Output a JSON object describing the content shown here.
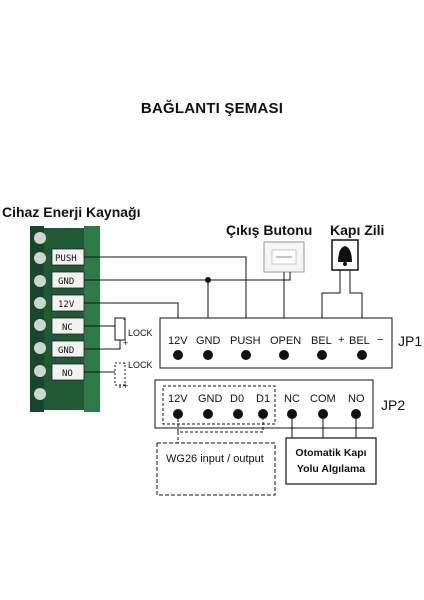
{
  "title": "BAĞLANTI ŞEMASI",
  "power_label": "Cihaz Enerji Kaynağı",
  "exit_button_label": "Çıkış Butonu",
  "doorbell_label": "Kapı Zili",
  "terminal_block": {
    "pins": [
      "PUSH",
      "GND",
      "12V",
      "NC",
      "GND",
      "NO"
    ],
    "lock_labels": [
      "LOCK",
      "LOCK"
    ],
    "polarity": [
      "-",
      "+",
      "-",
      "+"
    ]
  },
  "jp1": {
    "label": "JP1",
    "pins": [
      "12V",
      "GND",
      "PUSH",
      "OPEN",
      "BEL",
      "BEL"
    ],
    "bel_signs": [
      "+",
      "−"
    ]
  },
  "jp2": {
    "label": "JP2",
    "pins": [
      "12V",
      "GND",
      "D0",
      "D1",
      "NC",
      "COM",
      "NO"
    ]
  },
  "wg26_label": "WG26 input / output",
  "auto_door_label": [
    "Otomatik Kapı",
    "Yolu Algılama"
  ]
}
